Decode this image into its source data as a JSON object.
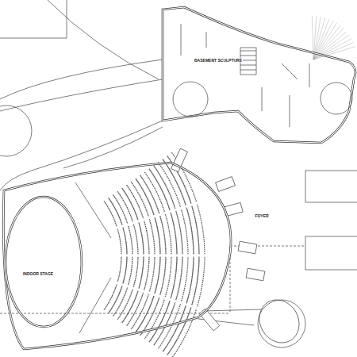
{
  "diagram": {
    "nodes": [
      {
        "text": [
          "BASEMENT SCULPTURE"
        ]
      },
      {
        "text": [
          "INDOOR STAGE"
        ]
      }
    ],
    "labels": [
      "FOYER"
    ]
  }
}
